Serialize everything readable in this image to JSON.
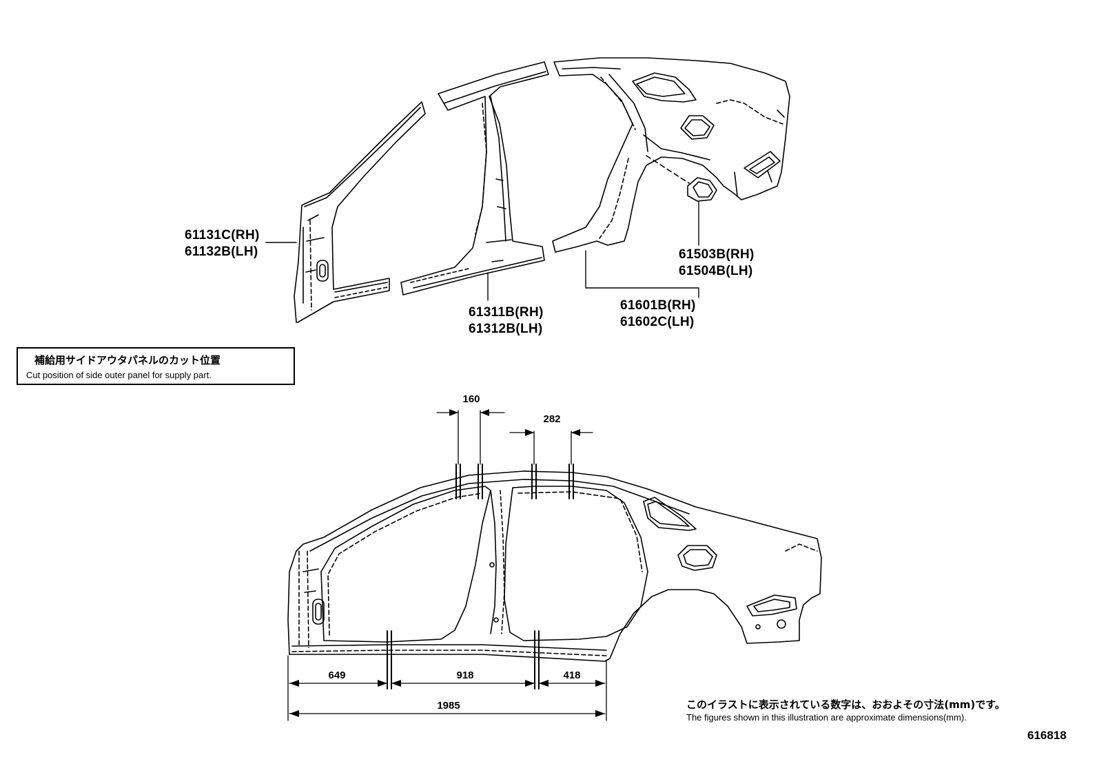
{
  "parts": {
    "front_pillar": {
      "rh": "61131C(RH)",
      "lh": "61132B(LH)"
    },
    "center_pillar": {
      "rh": "61311B(RH)",
      "lh": "61312B(LH)"
    },
    "fuel_door_box": {
      "rh": "61503B(RH)",
      "lh": "61504B(LH)"
    },
    "quarter_panel": {
      "rh": "61601B(RH)",
      "lh": "61602C(LH)"
    }
  },
  "note": {
    "jp": "補給用サイドアウタパネルのカット位置",
    "en": "Cut position of side outer panel for supply part."
  },
  "dimensions": {
    "roof_front": "160",
    "roof_rear": "282",
    "rocker_front": "649",
    "rocker_middle": "918",
    "rocker_rear": "418",
    "overall": "1985"
  },
  "footer": {
    "jp": "このイラストに表示されている数字は、おおよその寸法(mm)です。",
    "en": "The figures shown in this illustration are approximate dimensions(mm)."
  },
  "figure_id": "616818"
}
